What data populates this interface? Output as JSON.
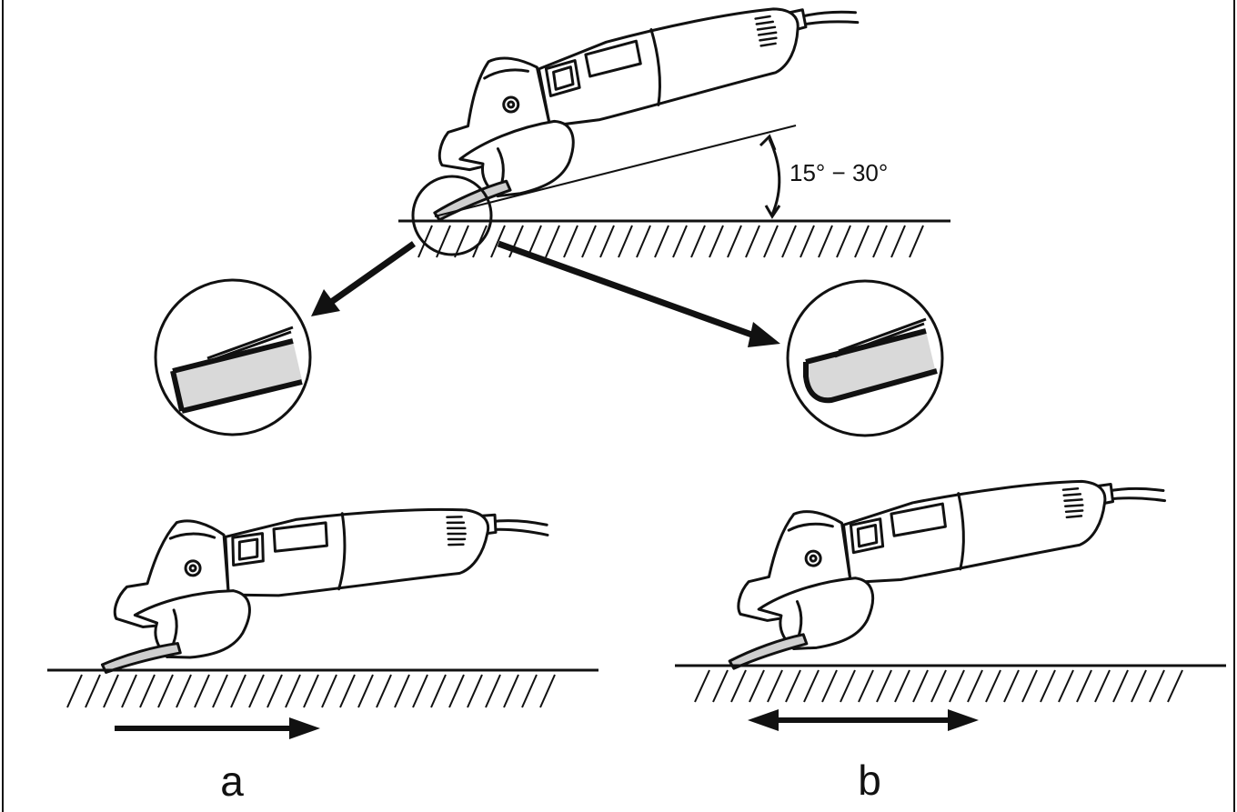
{
  "angle": {
    "label": "15° − 30°",
    "min_deg": 15,
    "max_deg": 30
  },
  "variants": [
    {
      "label": "a",
      "movement": "one-direction"
    },
    {
      "label": "b",
      "movement": "back-and-forth"
    }
  ],
  "icons": [
    "angle-grinder-icon",
    "grinding-disc-icon",
    "magnifier-circle-icon",
    "arrow-icon",
    "double-arrow-icon"
  ],
  "colors": {
    "line": "#111111",
    "disc_fill": "#d9d9d9",
    "background": "#ffffff"
  }
}
